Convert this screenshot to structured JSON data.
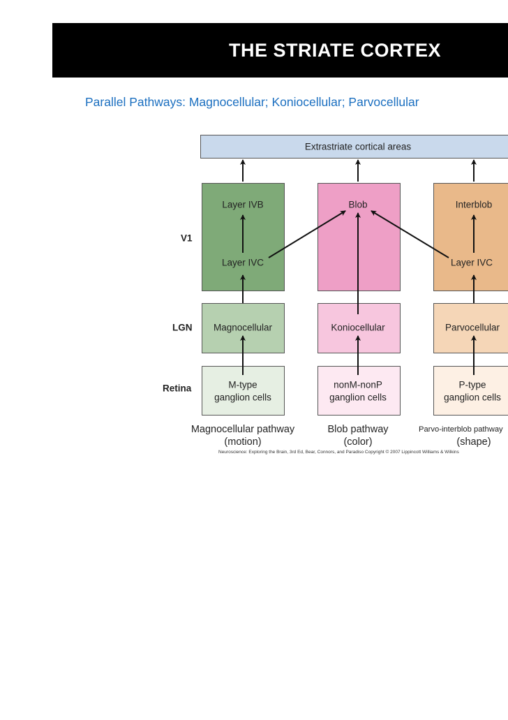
{
  "slide": {
    "title": "THE STRIATE CORTEX",
    "subtitle": "Parallel Pathways: Magnocellular; Koniocellular; Parvocellular"
  },
  "diagram": {
    "top_box": "Extrastriate cortical areas",
    "row_labels": {
      "v1": "V1",
      "lgn": "LGN",
      "retina": "Retina"
    },
    "columns": [
      {
        "v1_upper": "Layer IVB",
        "v1_lower": "Layer IVC",
        "lgn": "Magnocellular",
        "retina_1": "M-type",
        "retina_2": "ganglion cells",
        "caption_1": "Magnocellular pathway",
        "caption_2": "(motion)",
        "colors": {
          "v1": "#7faa78",
          "lgn": "#b6d0b0",
          "retina": "#e6efe3"
        }
      },
      {
        "v1_upper": "Blob",
        "lgn": "Koniocellular",
        "retina_1": "nonM-nonP",
        "retina_2": "ganglion cells",
        "caption_1": "Blob pathway",
        "caption_2": "(color)",
        "colors": {
          "v1": "#ee9fc6",
          "lgn": "#f7c6de",
          "retina": "#fde9f2"
        }
      },
      {
        "v1_upper": "Interblob",
        "v1_lower": "Layer IVC",
        "lgn": "Parvocellular",
        "retina_1": "P-type",
        "retina_2": "ganglion cells",
        "caption_1": "Parvo-interblob pathway",
        "caption_2": "(shape)",
        "colors": {
          "v1": "#e9b98a",
          "lgn": "#f5d6b7",
          "retina": "#fdf0e4"
        }
      }
    ],
    "credit": "Neuroscience: Exploring the Brain, 3rd Ed, Bear, Connors, and Paradiso Copyright © 2007 Lippincott Williams & Wilkins"
  }
}
